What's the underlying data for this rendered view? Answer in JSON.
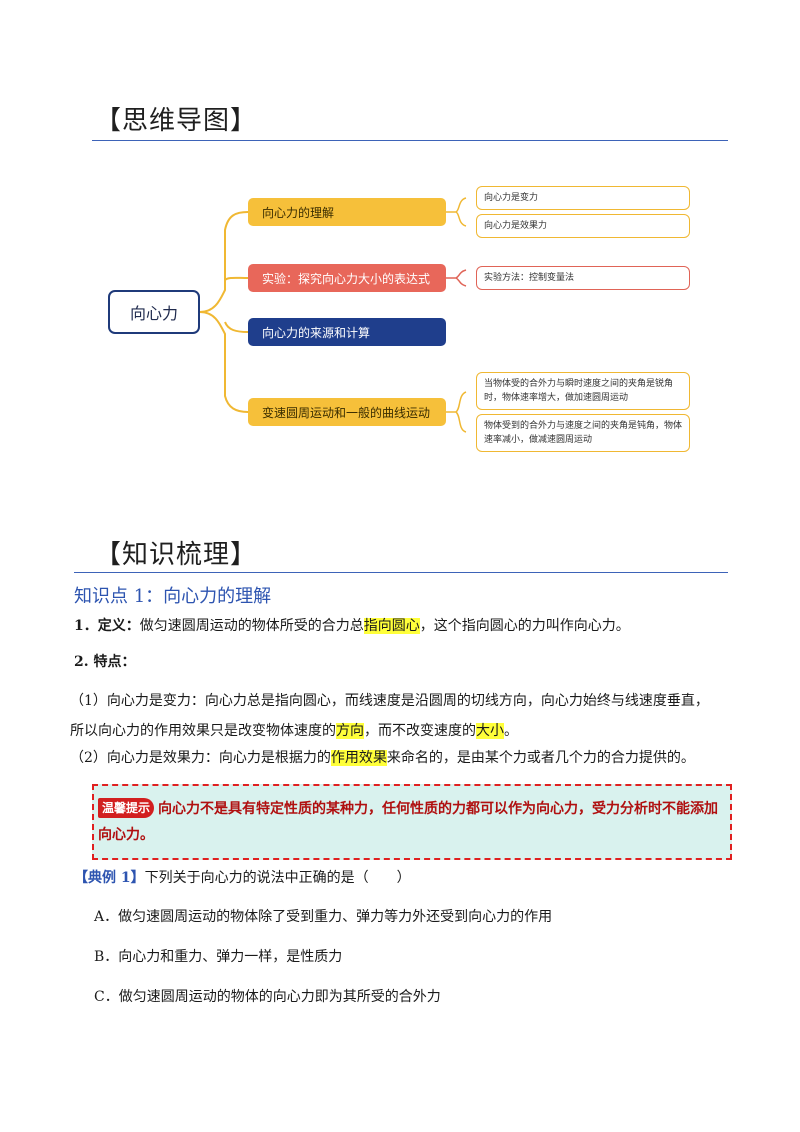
{
  "mindmap_heading": "【思维导图】",
  "mindmap": {
    "root": "向心力",
    "branches": [
      {
        "label": "向心力的理解",
        "leaves": [
          "向心力是变力",
          "向心力是效果力"
        ]
      },
      {
        "label": "实验：探究向心力大小的表达式",
        "leaves": [
          "实验方法：控制变量法"
        ]
      },
      {
        "label": "向心力的来源和计算",
        "leaves": []
      },
      {
        "label": "变速圆周运动和一般的曲线运动",
        "leaves": [
          "当物体受的合外力与瞬时速度之间的夹角是锐角时，物体速率增大，做加速圆周运动",
          "物体受到的合外力与速度之间的夹角是钝角，物体速率减小，做减速圆周运动"
        ]
      }
    ],
    "colors": {
      "yellow": "#f6c03a",
      "red": "#e8675a",
      "navy": "#1f3e8c",
      "root_border": "#1f3a7a"
    }
  },
  "knowledge_heading": "【知识梳理】",
  "kp1": {
    "title": "知识点 1：向心力的理解",
    "def_label": "1．定义：",
    "def_text_1": "做匀速圆周运动的物体所受的合力总",
    "def_highlight": "指向圆心",
    "def_text_2": "，这个指向圆心的力叫作向心力。",
    "feat_label": "2. 特点：",
    "p1_text_1": "（1）向心力是变力：向心力总是指向圆心，而线速度是沿圆周的切线方向，向心力始终与线速度垂直，",
    "p1_text_2": "所以向心力的作用效果只是改变物体速度的",
    "p1_hl_1": "方向",
    "p1_text_3": "，而不改变速度的",
    "p1_hl_2": "大小",
    "p1_text_4": "。",
    "p2_text_1": "（2）向心力是效果力：向心力是根据力的",
    "p2_hl": "作用效果",
    "p2_text_2": "来命名的，是由某个力或者几个力的合力提供的。"
  },
  "tip": {
    "badge": "温馨提示",
    "text": "向心力不是具有特定性质的某种力，任何性质的力都可以作为向心力，受力分析时不能添加向心力。"
  },
  "example": {
    "label": "【典例 1】",
    "question": "下列关于向心力的说法中正确的是（　　）",
    "options": [
      "A．做匀速圆周运动的物体除了受到重力、弹力等力外还受到向心力的作用",
      "B．向心力和重力、弹力一样，是性质力",
      "C．做匀速圆周运动的物体的向心力即为其所受的合外力"
    ]
  }
}
